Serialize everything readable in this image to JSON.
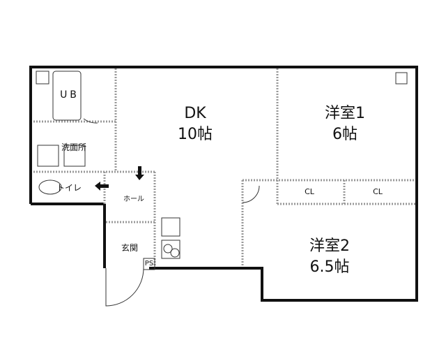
{
  "floorplan": {
    "rooms": [
      {
        "id": "dk",
        "name": "DK",
        "size": "10帖"
      },
      {
        "id": "yoshitsu1",
        "name": "洋室1",
        "size": "6帖"
      },
      {
        "id": "yoshitsu2",
        "name": "洋室2",
        "size": "6.5帖"
      },
      {
        "id": "ub",
        "name": "UB"
      },
      {
        "id": "senmenjo",
        "name": "洗面所"
      },
      {
        "id": "toilet",
        "name": "トイレ"
      },
      {
        "id": "hall",
        "name": "ホール"
      },
      {
        "id": "genkan",
        "name": "玄関"
      },
      {
        "id": "ps",
        "name": "PS"
      }
    ],
    "closets": [
      {
        "id": "cl1",
        "name": "CL"
      },
      {
        "id": "cl2",
        "name": "CL"
      }
    ],
    "colors": {
      "wall": "#111111",
      "partition": "#999999",
      "background": "#ffffff"
    }
  }
}
